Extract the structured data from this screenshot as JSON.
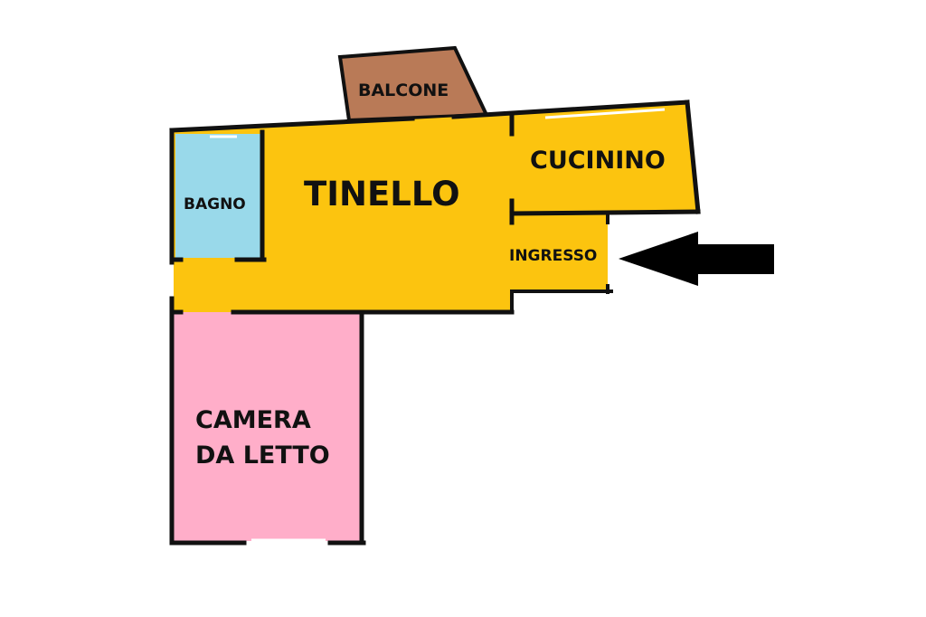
{
  "colors": {
    "balcone": "#b97a57",
    "tinello": "#fcc40f",
    "bagno": "#99d9ea",
    "camera": "#ffaec9",
    "wall": "#111111",
    "background": "#ffffff"
  },
  "rooms": {
    "balcone": {
      "label": "BALCONE"
    },
    "tinello": {
      "label": "TINELLO"
    },
    "cucinino": {
      "label": "CUCININO"
    },
    "bagno": {
      "label": "BAGNO"
    },
    "ingresso": {
      "label": "INGRESSO"
    },
    "camera": {
      "line1": "CAMERA",
      "line2": "DA LETTO"
    }
  },
  "icons": {
    "entrance_arrow": "arrow-left-icon"
  }
}
